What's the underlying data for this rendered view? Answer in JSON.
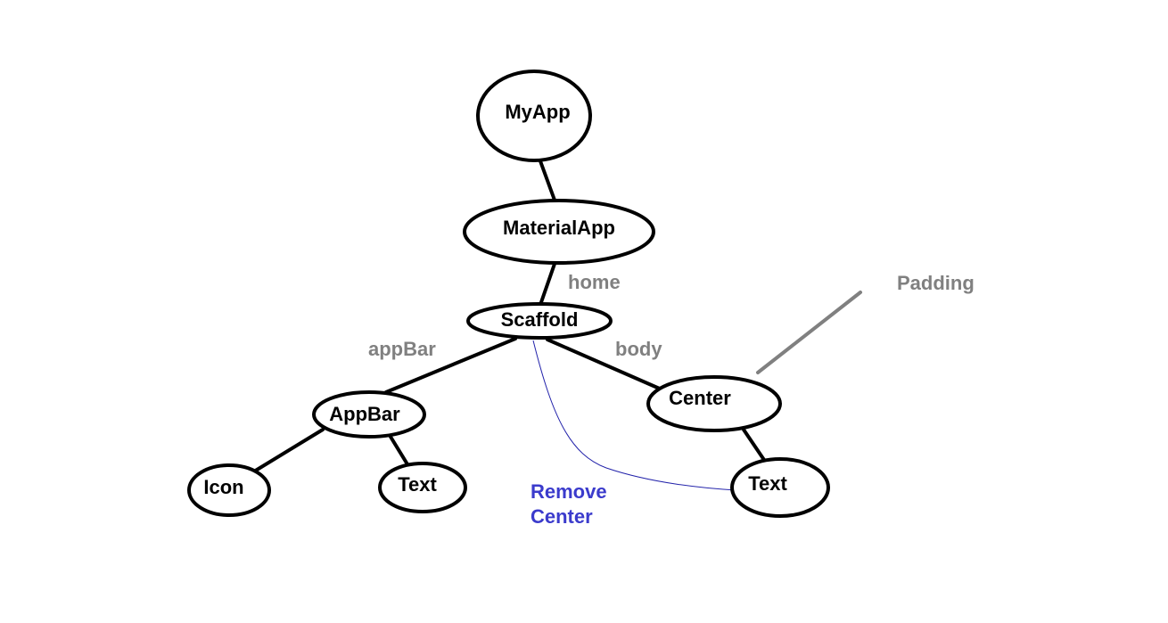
{
  "colors": {
    "node_stroke": "#000000",
    "node_text": "#000000",
    "edge_label": "#808080",
    "padding_note": "#808080",
    "remove_note": "#3b3bcc",
    "remove_curve": "#2222aa"
  },
  "nodes": {
    "myapp": "MyApp",
    "materialapp": "MaterialApp",
    "scaffold": "Scaffold",
    "appbar": "AppBar",
    "center": "Center",
    "icon": "Icon",
    "appbar_text": "Text",
    "center_text": "Text"
  },
  "edge_labels": {
    "home": "home",
    "appbar": "appBar",
    "body": "body"
  },
  "annotations": {
    "padding": "Padding",
    "remove_line1": "Remove",
    "remove_line2": "Center"
  }
}
